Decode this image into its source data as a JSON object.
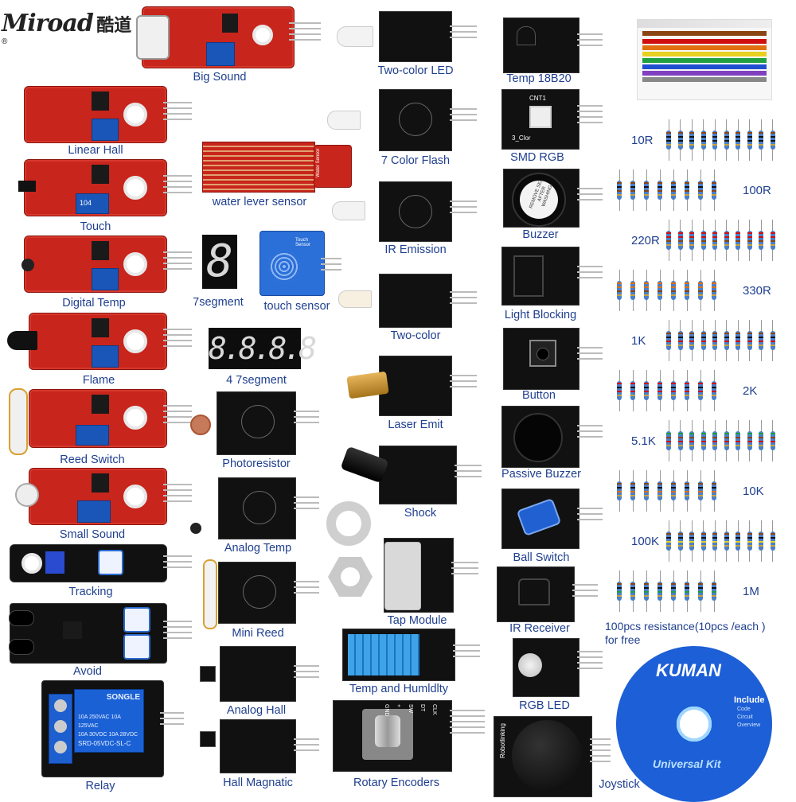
{
  "brand": {
    "name": "Miroad",
    "cn": "酷道",
    "reg": "®"
  },
  "modules": {
    "big_sound": "Big Sound",
    "linear_hall": "Linear Hall",
    "touch": "Touch",
    "digital_temp": "Digital Temp",
    "flame": "Flame",
    "reed_switch": "Reed Switch",
    "small_sound": "Small Sound",
    "tracking": "Tracking",
    "avoid": "Avoid",
    "relay": "Relay",
    "water_lever": "water lever sensor",
    "seg7": "7segment",
    "touch_sensor": "touch sensor",
    "seg4": "4 7segment",
    "photoresistor": "Photoresistor",
    "analog_temp": "Analog Temp",
    "mini_reed": "Mini Reed",
    "analog_hall": "Analog Hall",
    "hall_magnatic": "Hall Magnatic",
    "two_color_led": "Two-color LED",
    "color_flash": "7 Color Flash",
    "ir_emission": "IR Emission",
    "two_color": "Two-color",
    "laser_emit": "Laser Emit",
    "shock": "Shock",
    "tap_module": "Tap Module",
    "temp_humidity": "Temp and Humldlty",
    "rotary_encoders": "Rotary Encoders",
    "temp_18b20": "Temp 18B20",
    "smd_rgb": "SMD RGB",
    "buzzer": "Buzzer",
    "light_blocking": "Light Blocking",
    "button": "Button",
    "passive_buzzer": "Passive Buzzer",
    "ball_switch": "Ball Switch",
    "ir_receiver": "IR Receiver",
    "rgb_led": "RGB LED",
    "joystick": "Joystick"
  },
  "board_text": {
    "relay_brand": "SONGLE",
    "relay_spec1": "10A 250VAC 10A 125VAC",
    "relay_spec2": "10A 30VDC 10A 28VDC",
    "relay_model": "SRD-05VDC-SL-C",
    "smd_cnt": "CNT1",
    "smd_clor": "3_Clor",
    "seg7_digit": "8",
    "seg4_digits": "8.8.8.8",
    "pot_code": "104",
    "water_board": "Water Sensor",
    "buzzer_sticker": "REMOVE SEAL AFTER WASHING",
    "touch_board": "Touch Sensor",
    "rotary_pins": [
      "CLK",
      "DT",
      "SW",
      "+",
      "GND"
    ],
    "joystick_board": "Robotlinking"
  },
  "resistors": {
    "rows": [
      {
        "label": "10R",
        "bands": [
          "#8b4513",
          "#111111",
          "#111111",
          "#c8a23c"
        ]
      },
      {
        "label": "100R",
        "bands": [
          "#8b4513",
          "#111111",
          "#8b4513",
          "#c8a23c"
        ]
      },
      {
        "label": "220R",
        "bands": [
          "#d01010",
          "#d01010",
          "#8b4513",
          "#c8a23c"
        ]
      },
      {
        "label": "330R",
        "bands": [
          "#e07010",
          "#e07010",
          "#8b4513",
          "#c8a23c"
        ]
      },
      {
        "label": "1K",
        "bands": [
          "#8b4513",
          "#111111",
          "#d01010",
          "#c8a23c"
        ]
      },
      {
        "label": "2K",
        "bands": [
          "#d01010",
          "#111111",
          "#d01010",
          "#c8a23c"
        ]
      },
      {
        "label": "5.1K",
        "bands": [
          "#20a040",
          "#8b4513",
          "#d01010",
          "#c8a23c"
        ]
      },
      {
        "label": "10K",
        "bands": [
          "#8b4513",
          "#111111",
          "#e07010",
          "#c8a23c"
        ]
      },
      {
        "label": "100K",
        "bands": [
          "#8b4513",
          "#111111",
          "#e8d020",
          "#c8a23c"
        ]
      },
      {
        "label": "1M",
        "bands": [
          "#8b4513",
          "#111111",
          "#20a040",
          "#c8a23c"
        ]
      }
    ],
    "note_line1": "100pcs resistance(10pcs /each )",
    "note_line2": "for free"
  },
  "cd": {
    "brand": "KUMAN",
    "include": "Include",
    "items": [
      "Code",
      "Circuit",
      "Overview"
    ],
    "title": "Universal Kit"
  },
  "colors": {
    "label": "#1f3f8f",
    "red_pcb": "#c8251c",
    "black_pcb": "#111111",
    "pot_blue": "#1a56b8",
    "cd_blue": "#1d5fd6"
  }
}
